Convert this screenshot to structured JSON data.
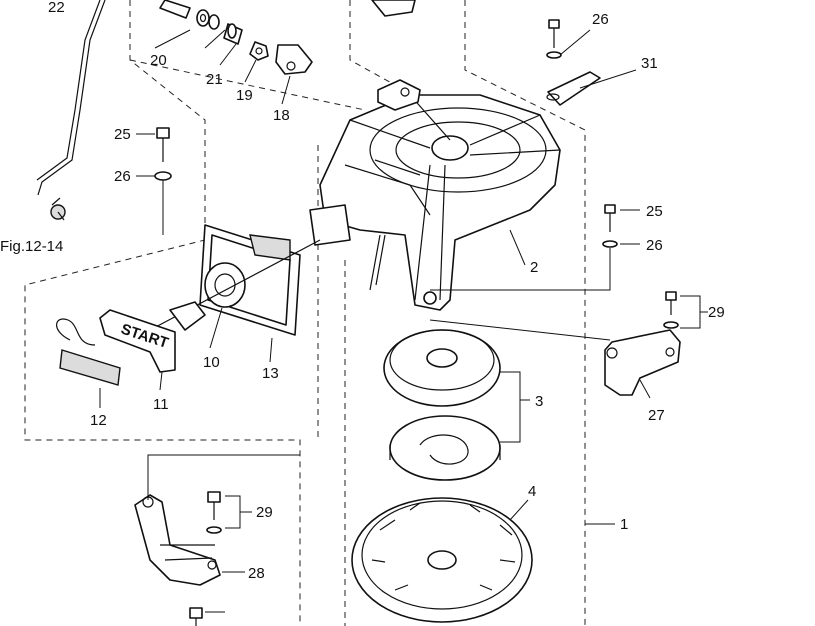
{
  "labels": {
    "p1": "1",
    "p2": "2",
    "p3": "3",
    "p4": "4",
    "p10": "10",
    "p11": "11",
    "p12": "12",
    "p13": "13",
    "p18": "18",
    "p19": "19",
    "p20": "20",
    "p21": "21",
    "p22": "22",
    "p25a": "25",
    "p25b": "25",
    "p26a": "26",
    "p26b": "26",
    "p26c": "26",
    "p27": "27",
    "p28": "28",
    "p29a": "29",
    "p29b": "29",
    "p31": "31",
    "fig_ref": "Fig.12-14",
    "start_text": "START"
  }
}
